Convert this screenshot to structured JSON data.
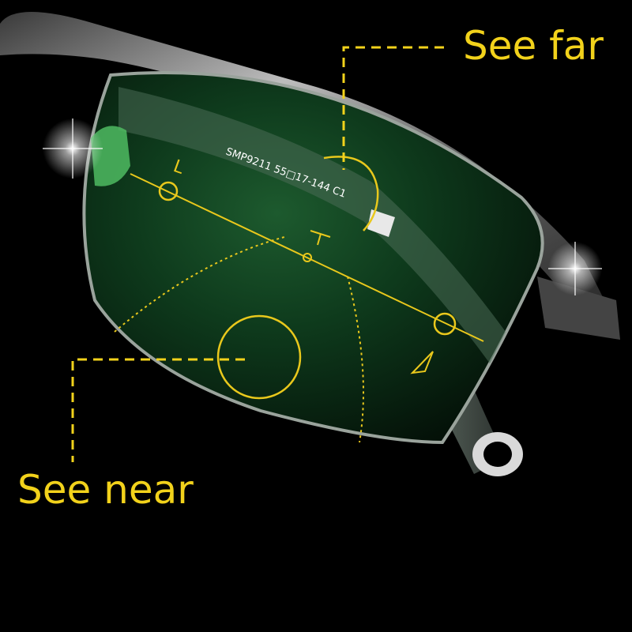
{
  "labels": {
    "see_far": "See far",
    "see_near": "See near"
  },
  "lens": {
    "engraving": "SMP9211 55□17-144 C1",
    "left_mark": "L"
  },
  "colors": {
    "background": "#000000",
    "accent_yellow": "#f2d21b",
    "lens_green": "#0c3218",
    "frame_metal": "#8a8a8a"
  }
}
